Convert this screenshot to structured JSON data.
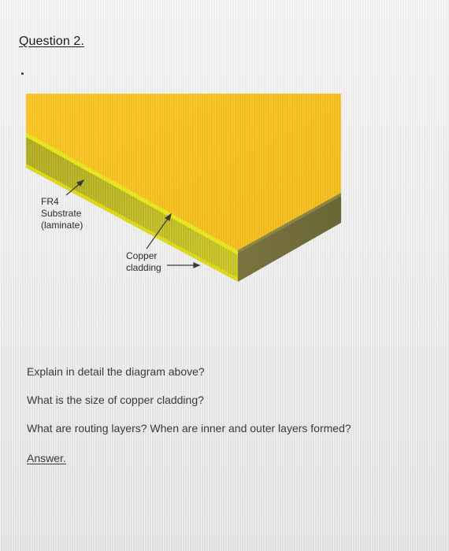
{
  "question": {
    "title": "Question 2."
  },
  "diagram": {
    "labels": {
      "fr4": "FR4\nSubstrate\n(laminate)",
      "copper": "Copper\ncladding"
    },
    "colors": {
      "copper_top": "#f4bd16",
      "fr4_side_front": "#c9c31a",
      "fr4_edge_highlight": "#e6e41f",
      "right_face": "#6f6a3a",
      "arrow": "#3a3a3a"
    }
  },
  "prompts": {
    "q1": "Explain in detail the diagram above?",
    "q2": "What is the size of copper cladding?",
    "q3": "What are routing layers? When are inner and outer layers formed?"
  },
  "answer": {
    "label": "Answer."
  }
}
